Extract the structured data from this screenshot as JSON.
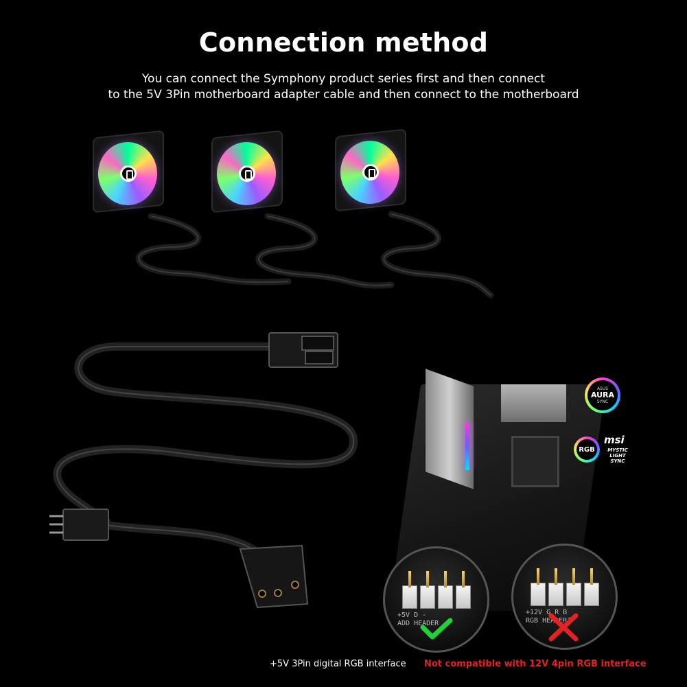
{
  "header": {
    "title": "Connection method",
    "subtitle_line1": "You can connect the Symphony product series first and then connect",
    "subtitle_line2": "to the 5V 3Pin motherboard adapter cable and then connect to the motherboard"
  },
  "badges": {
    "asus_small": "ASUS",
    "asus_main": "AURA",
    "asus_sync": "SYNC",
    "msi_rgb": "RGB",
    "msi_brand": "msi",
    "msi_line1": "MYSTIC",
    "msi_line2": "LIGHT",
    "msi_line3": "SYNC"
  },
  "lens_ok": {
    "silk_line1": "+5V D   -",
    "silk_line2": "ADD HEADER"
  },
  "lens_bad": {
    "silk_line1": "+12V G  R  B",
    "silk_line2": "RGB HEADER1"
  },
  "captions": {
    "ok": "+5V 3Pin digital RGB interface",
    "bad": "Not compatible with 12V 4pin RGB interface"
  },
  "colors": {
    "check": "#22d13a",
    "cross": "#e32222",
    "warning_text": "#e32222"
  }
}
